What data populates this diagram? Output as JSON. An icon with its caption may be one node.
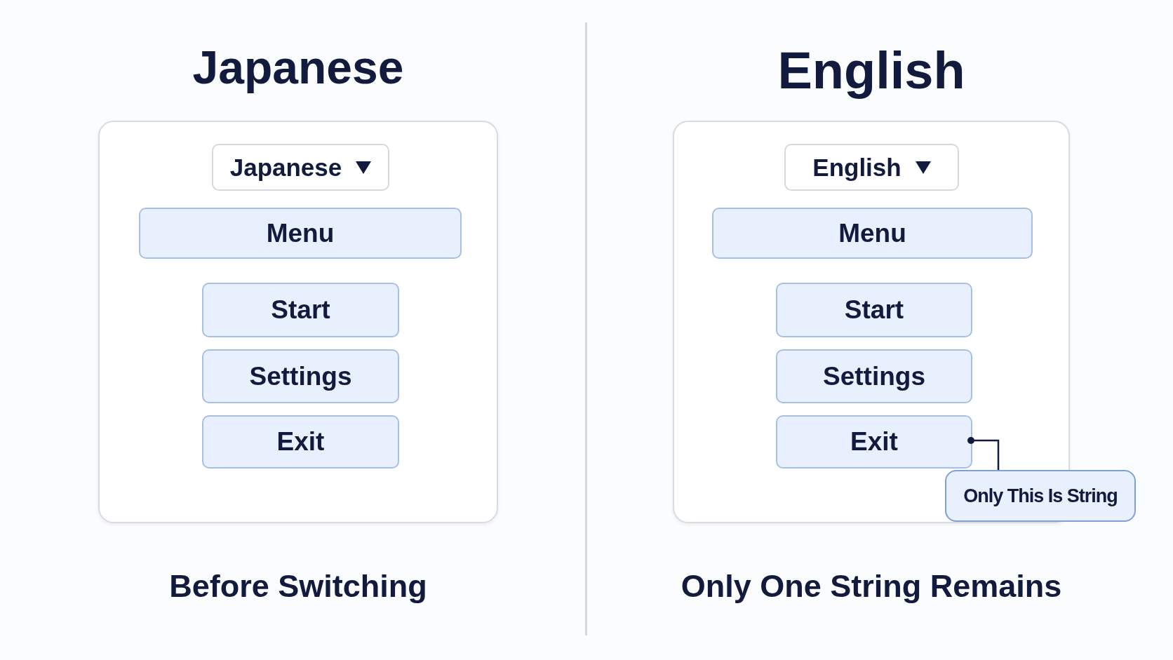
{
  "diagram": {
    "nodes": [
      {
        "text": [
          "Japanese"
        ],
        "beside": [
          "Before Switching"
        ]
      },
      {
        "text": [
          "Japanese"
        ],
        "in": 0
      },
      {
        "text": [
          "Menu"
        ],
        "in": 0
      },
      {
        "text": [
          "Start"
        ],
        "in": 0
      },
      {
        "text": [
          "Settings"
        ],
        "in": 0
      },
      {
        "text": [
          "Exit"
        ],
        "in": 0
      },
      {
        "text": [
          "English"
        ],
        "beside": [
          "Only One String Remains"
        ]
      },
      {
        "text": [
          "English"
        ],
        "in": 6
      },
      {
        "text": [
          "Menu"
        ],
        "in": 6
      },
      {
        "text": [
          "Start"
        ],
        "in": 6
      },
      {
        "text": [
          "Settings"
        ],
        "in": 6
      },
      {
        "text": [
          "Exit"
        ],
        "in": 6
      },
      {
        "text": [
          "Only This Is String"
        ]
      }
    ],
    "edges": [
      {
        "from": 12,
        "to": 11,
        "arrow": "other"
      }
    ]
  }
}
